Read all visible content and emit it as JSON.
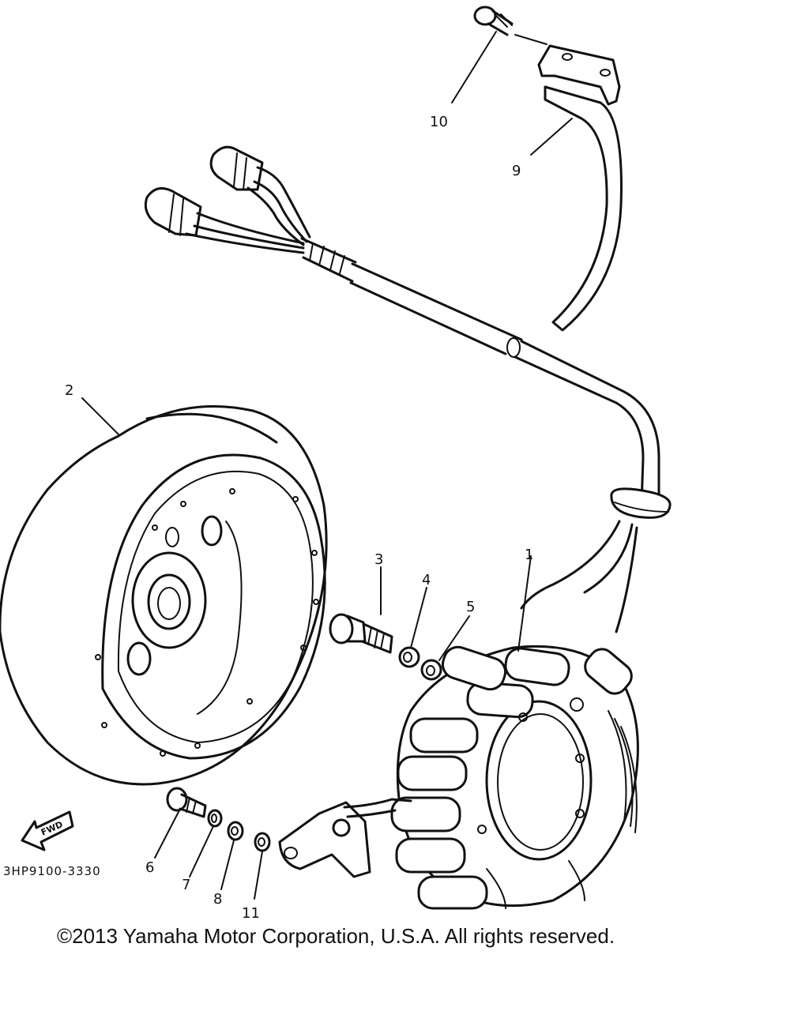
{
  "diagram": {
    "callouts": [
      {
        "id": "1",
        "text": "1"
      },
      {
        "id": "2",
        "text": "2"
      },
      {
        "id": "3",
        "text": "3"
      },
      {
        "id": "4",
        "text": "4"
      },
      {
        "id": "5",
        "text": "5"
      },
      {
        "id": "6",
        "text": "6"
      },
      {
        "id": "7",
        "text": "7"
      },
      {
        "id": "8",
        "text": "8"
      },
      {
        "id": "9",
        "text": "9"
      },
      {
        "id": "10",
        "text": "10"
      },
      {
        "id": "11",
        "text": "11"
      }
    ],
    "fwd_label": "FWD",
    "diagram_code": "3HP9100-3330"
  },
  "footer": {
    "copyright": "©2013 Yamaha Motor Corporation, U.S.A. All rights reserved."
  }
}
